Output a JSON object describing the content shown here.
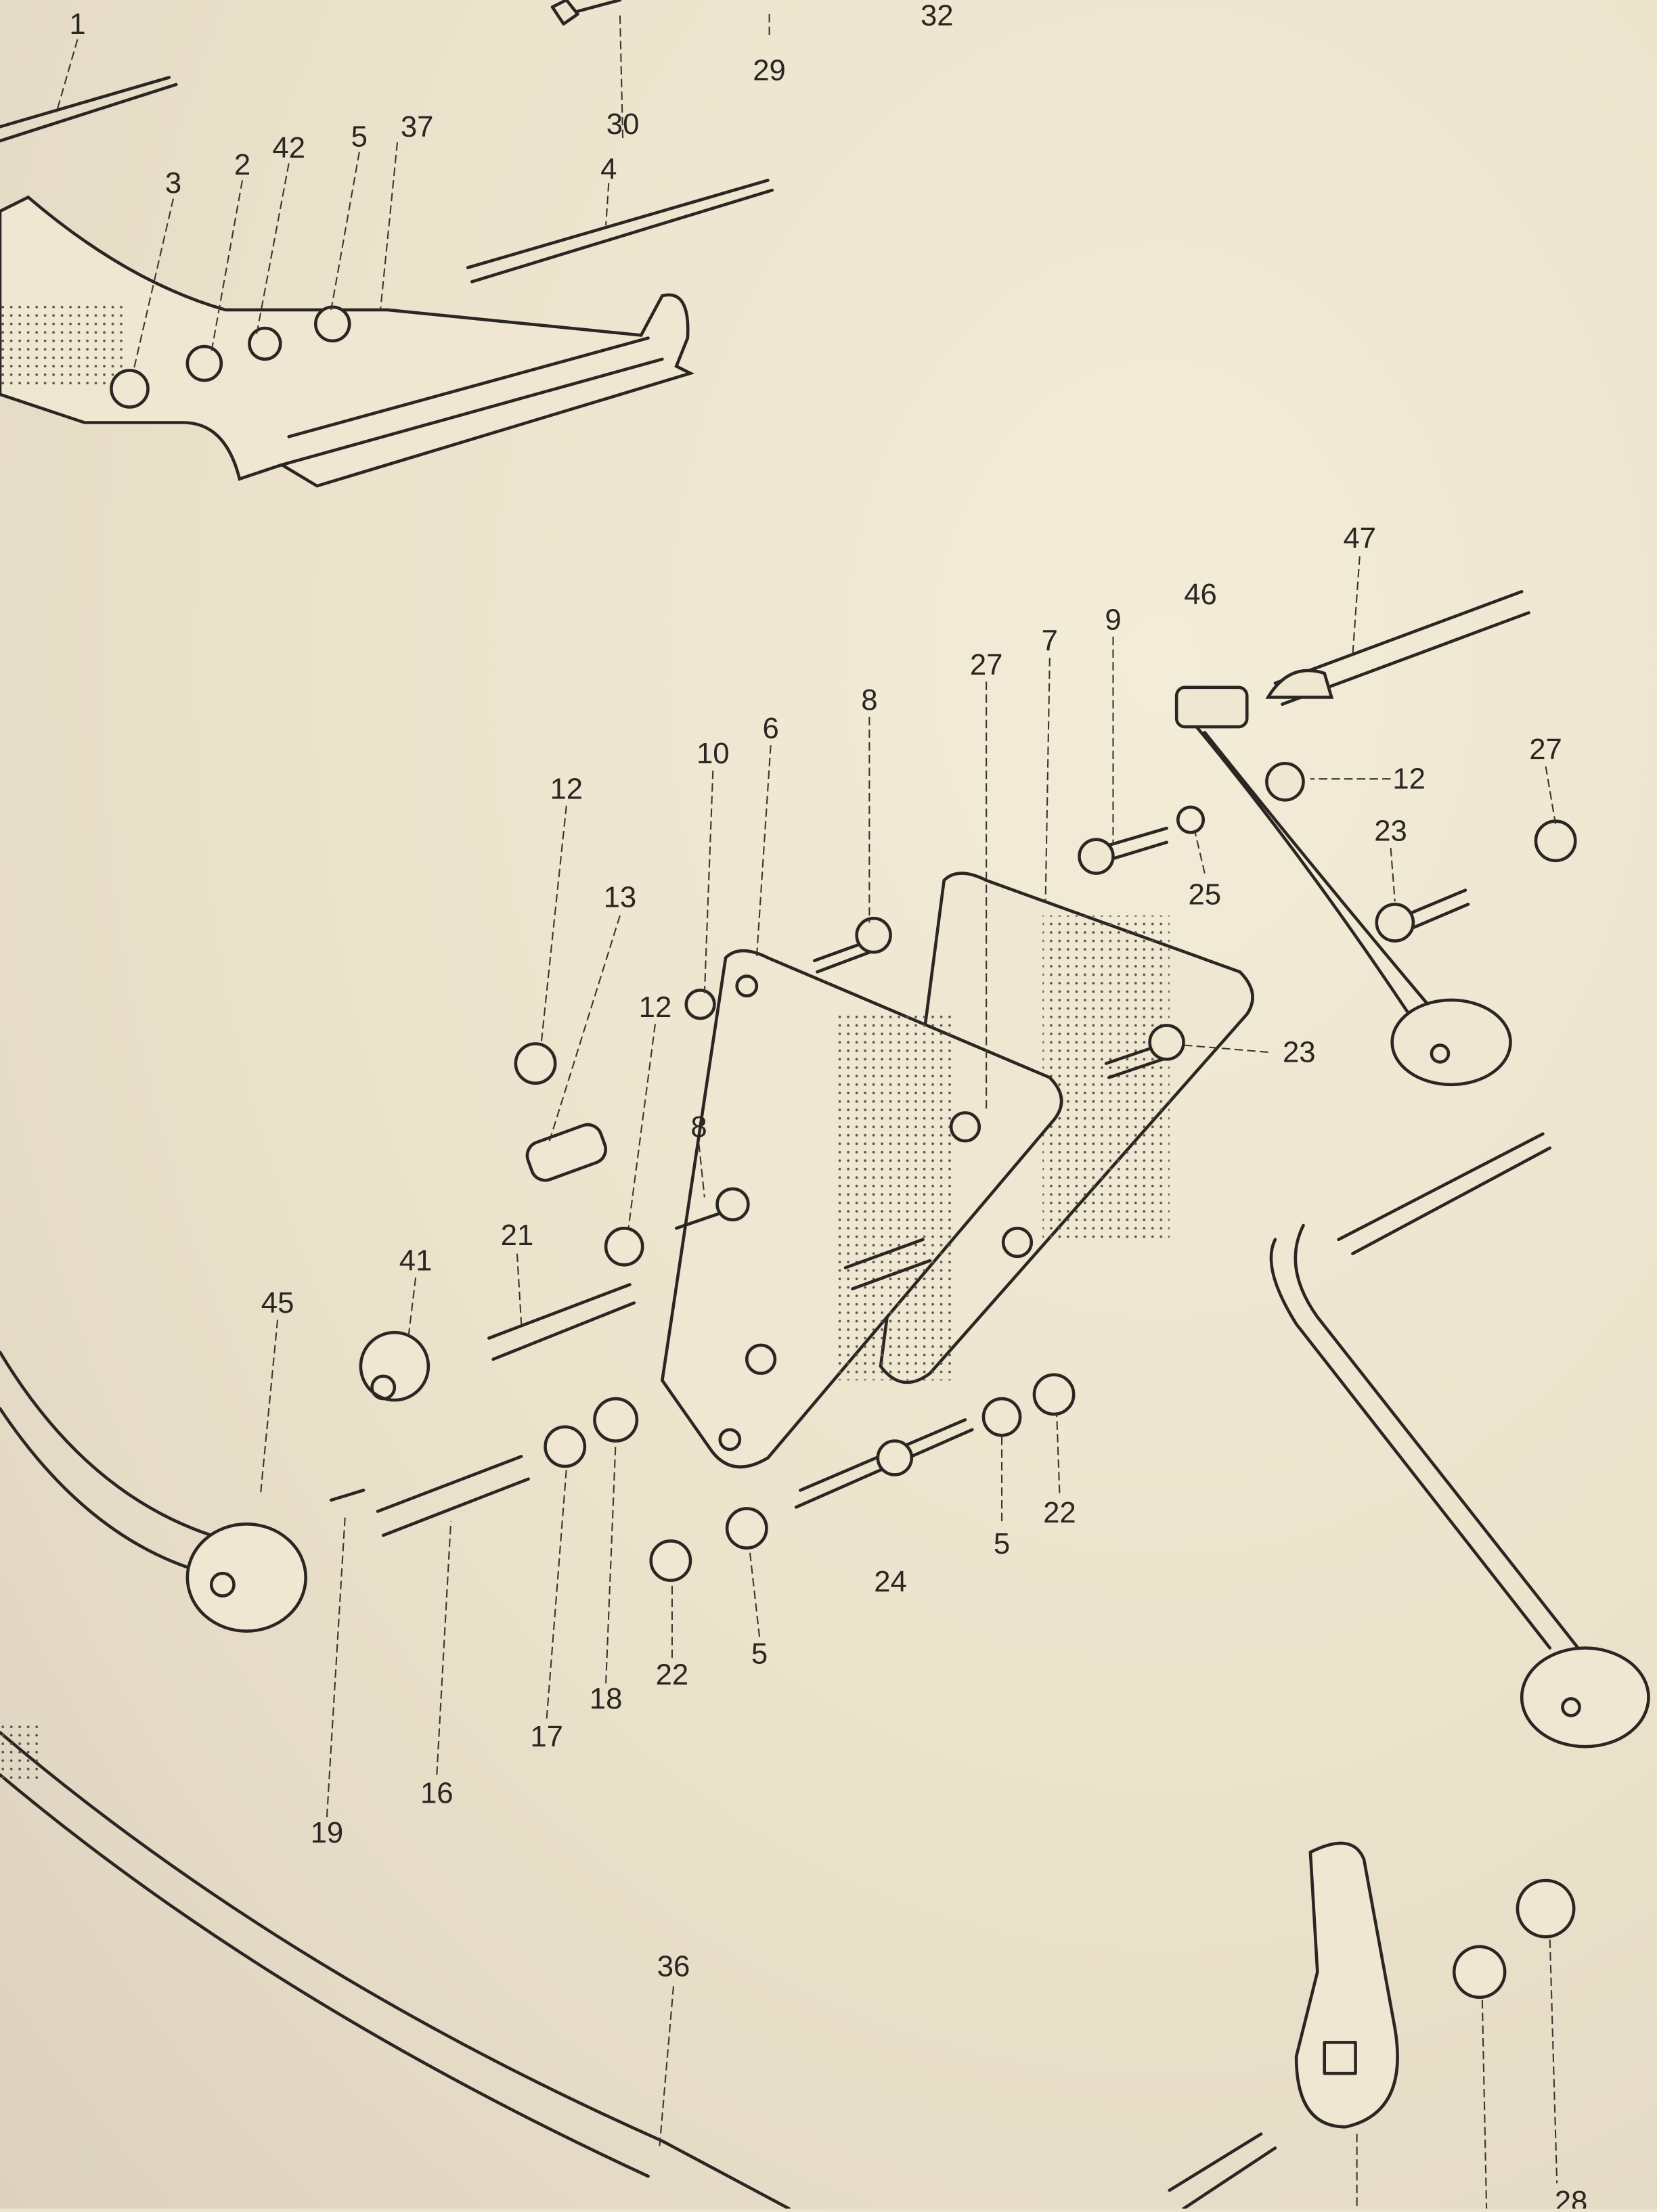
{
  "diagram": {
    "type": "exploded-parts-diagram",
    "labels": [
      "1",
      "29",
      "30",
      "32",
      "42",
      "5",
      "37",
      "2",
      "3",
      "4",
      "47",
      "46",
      "9",
      "7",
      "27",
      "8",
      "6",
      "10",
      "12",
      "27",
      "12",
      "23",
      "25",
      "13",
      "12",
      "23",
      "8",
      "21",
      "41",
      "45",
      "22",
      "5",
      "24",
      "5",
      "22",
      "18",
      "17",
      "16",
      "19",
      "36",
      "28"
    ]
  }
}
